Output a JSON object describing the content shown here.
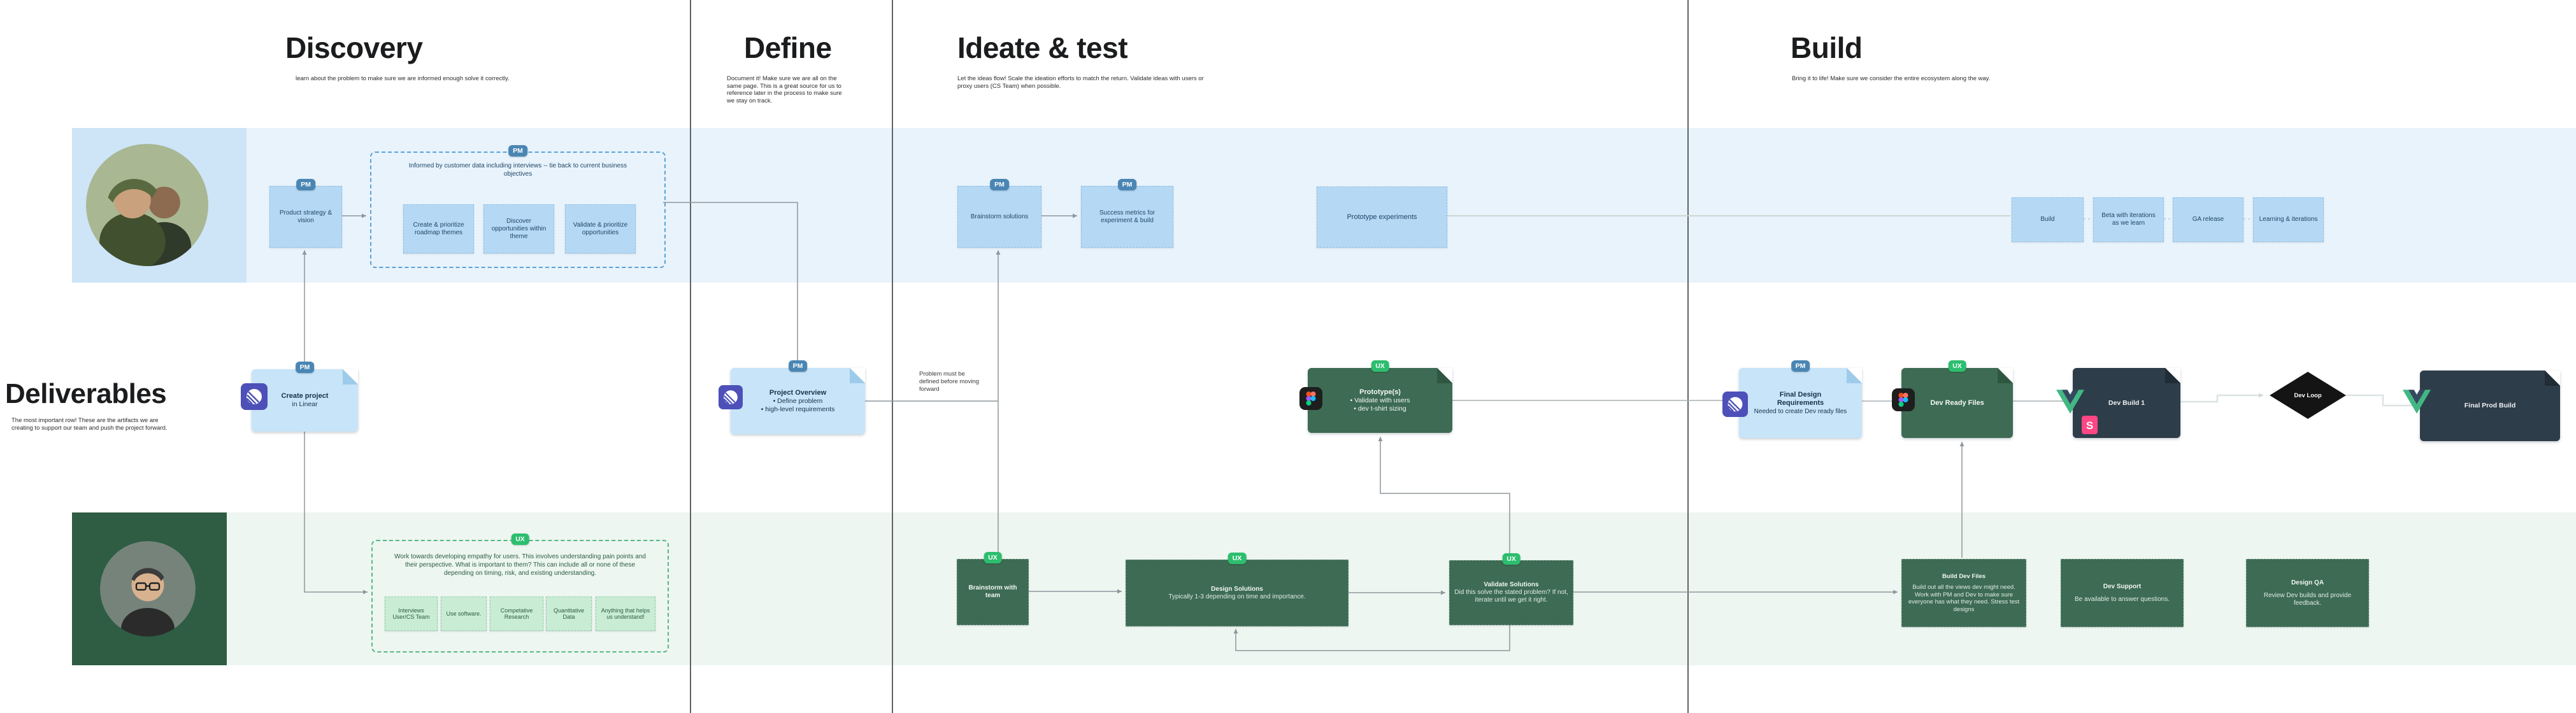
{
  "badges": {
    "pm": "PM",
    "ux": "UX"
  },
  "colors": {
    "pm_badge": "#4a86b4",
    "ux_badge": "#2cbe6e",
    "blue_sticky": "#b5d9f5",
    "blue_doc": "#c7e4f9",
    "green_node": "#3d6b53",
    "mint_sticky": "#c9ecd4",
    "navy_doc": "#2e3d4a",
    "blue_lane": "#e8f3fc",
    "green_lane": "#edf6f0"
  },
  "phases": [
    {
      "title": "Discovery",
      "subtitle": "learn about the problem to make sure we are informed enough solve it correctly."
    },
    {
      "title": "Define",
      "subtitle": "Document it! Make sure we are all on the same page. This is a great source for us to reference later in the process to make sure we stay on track."
    },
    {
      "title": "Ideate & test",
      "subtitle": "Let the ideas flow! Scale the ideation efforts to match the return. Validate ideas with users or proxy users (CS Team) when possible."
    },
    {
      "title": "Build",
      "subtitle": "Bring it to life! Make sure we consider the entire ecosystem along the way."
    }
  ],
  "deliverables": {
    "title": "Deliverables",
    "subtitle": "The most important row! These are the artifacts we are creating to support our team and push the project forward."
  },
  "discovery": {
    "product_strategy": "Product strategy & vision",
    "informed_header": "Informed by customer data including interviews -- tie back to current business objectives",
    "informed_items": [
      "Create & prioritize roadmap themes",
      "Discover opportunities within theme",
      "Validate & prioritize opportunities"
    ],
    "empathy_header": "Work towards developing empathy for users. This involves understanding pain points and their perspective. What is important to them? This can include all or none of these depending on timing, risk, and existing understanding.",
    "empathy_items": [
      "Interviews User/CS Team",
      "Use software.",
      "Competative Research",
      "Quantitative Data",
      "Anything that helps us understand!"
    ]
  },
  "define": {
    "problem_note": "Problem must be defined before moving forward"
  },
  "ideate": {
    "brainstorm_solutions": "Brainstorm solutions",
    "success_metrics": "Success metrics for experiment & build",
    "prototype_experiments": "Prototype experiments",
    "brainstorm_with_team": "Brainstorm with team",
    "design_solutions_title": "Design Solutions",
    "design_solutions_sub": "Typically 1-3 depending on time and importance.",
    "validate_solutions_title": "Validate Solutions",
    "validate_solutions_sub": "Did this solve the stated problem? If not, iterate until we get it right."
  },
  "build": {
    "row": [
      "Build",
      "Beta with iterations as we learn",
      "GA release",
      "Learning & iterations"
    ],
    "build_dev_files_title": "Build Dev Files",
    "build_dev_files_sub": "Build out all the views dev might need. Work with PM and Dev to make sure everyone has what they need. Stress test designs",
    "dev_support_title": "Dev Support",
    "dev_support_sub": "Be available to answer questions.",
    "design_qa_title": "Design QA",
    "design_qa_sub": "Review Dev builds and provide feedback."
  },
  "artifacts": {
    "create_project_title": "Create project",
    "create_project_sub": "in Linear",
    "project_overview_title": "Project Overview",
    "project_overview_bullets": "•  Define problem\n•  high-level requirements",
    "prototype_title": "Prototype(s)",
    "prototype_bullets": "•  Validate with users\n•  dev t-shirt sizing",
    "final_design_title": "Final Design\nRequirements",
    "final_design_sub": "Needed to create Dev ready files",
    "dev_ready_files": "Dev Ready Files",
    "dev_build_1": "Dev Build 1",
    "dev_loop": "Dev Loop",
    "final_prod_build": "Final Prod Build"
  }
}
